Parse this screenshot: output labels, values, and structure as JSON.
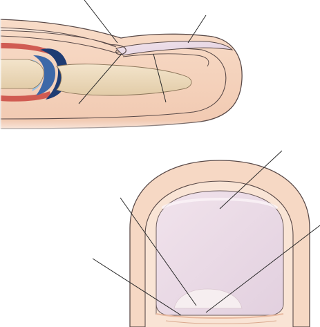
{
  "figure": {
    "views": [
      {
        "name": "sagittal-section",
        "description_shown": false
      },
      {
        "name": "dorsal-view",
        "description_shown": false
      }
    ],
    "leader_lines_unlabeled": 8,
    "colors": {
      "skin": "#f5d3bd",
      "skin_light": "#f9e4d4",
      "skin_outline": "#5a4a48",
      "bone": "#efdcc0",
      "bone_shadow": "#d9c3a0",
      "joint_dark": "#1f3c73",
      "joint_mid": "#3d68a8",
      "joint_light": "#9bc2e3",
      "vessel_red": "#c9473f",
      "nail_plate": "#ecdce6",
      "lunula": "#f6eef0",
      "leader": "#2a2a2a"
    }
  }
}
